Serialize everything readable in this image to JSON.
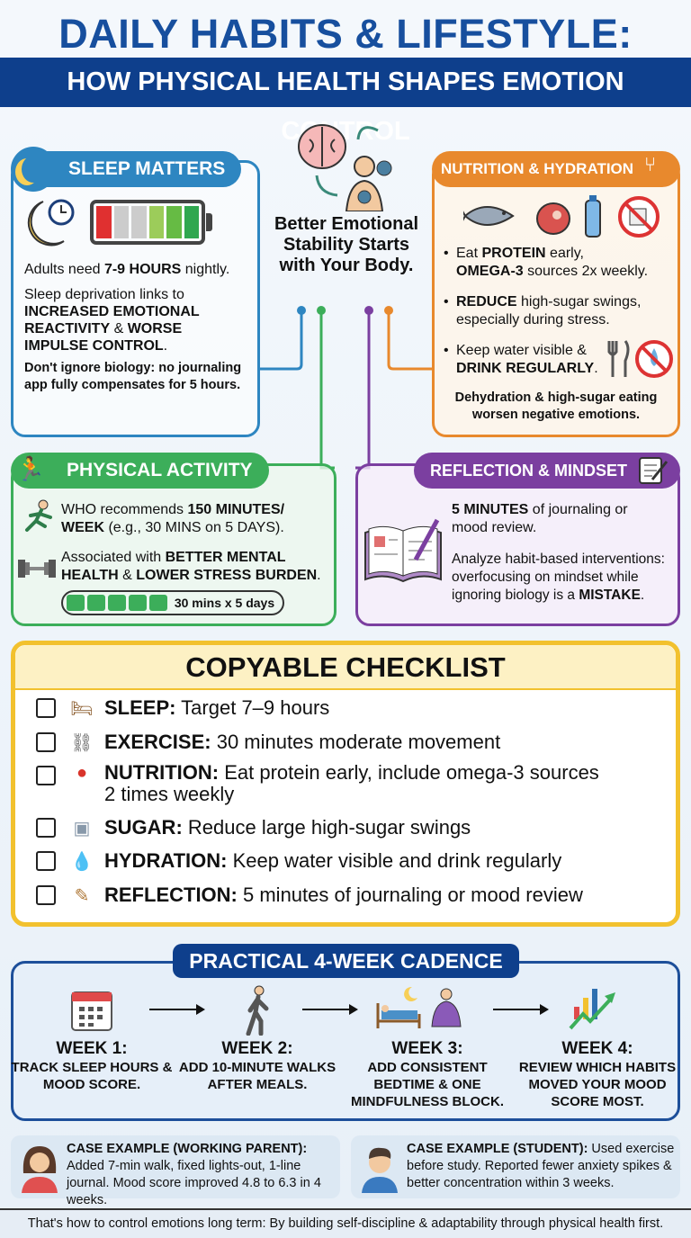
{
  "title": "DAILY HABITS & LIFESTYLE:",
  "subtitle": "HOW PHYSICAL HEALTH SHAPES EMOTION CONTROL",
  "center": {
    "text": "Better Emotional Stability Starts with Your Body."
  },
  "sleep": {
    "header": "SLEEP MATTERS",
    "p1a": "Adults need ",
    "p1b": "7-9 HOURS",
    "p1c": " nightly.",
    "p2a": "Sleep deprivation links to",
    "p2b": "INCREASED EMOTIONAL REACTIVITY",
    "p2c": " & ",
    "p2d": "WORSE IMPULSE CONTROL",
    "p2e": ".",
    "p3": "Don't ignore biology: no journaling app fully compensates for 5 hours.",
    "colors": {
      "accent": "#2e86c1"
    }
  },
  "nutrition": {
    "header": "NUTRITION & HYDRATION",
    "b1a": "Eat ",
    "b1b": "PROTEIN",
    "b1c": " early,",
    "b1d": "OMEGA-3",
    "b1e": " sources 2x weekly.",
    "b2a": "REDUCE",
    "b2b": " high-sugar swings, especially during stress.",
    "b3a": "Keep water visible & ",
    "b3b": "DRINK REGULARLY",
    "b3c": ".",
    "note": "Dehydration & high-sugar eating worsen negative emotions.",
    "colors": {
      "accent": "#e8892d"
    }
  },
  "activity": {
    "header": "PHYSICAL ACTIVITY",
    "p1a": "WHO recommends ",
    "p1b": "150 MINUTES/ WEEK",
    "p1c": " (e.g., 30 MINS on 5 DAYS).",
    "p2a": "Associated with ",
    "p2b": "BETTER MENTAL HEALTH",
    "p2c": " & ",
    "p2d": "LOWER STRESS BURDEN",
    "p2e": ".",
    "bar_label": "30 mins x 5 days",
    "bar_segments_filled": 5,
    "colors": {
      "accent": "#3cae5a"
    }
  },
  "reflection": {
    "header": "REFLECTION & MINDSET",
    "p1a": "5 MINUTES",
    "p1b": " of journaling or mood review.",
    "p2a": "Analyze habit-based interventions: overfocusing on mindset while ignoring biology is a ",
    "p2b": "MISTAKE",
    "p2c": ".",
    "colors": {
      "accent": "#7b3fa0"
    }
  },
  "checklist": {
    "title": "COPYABLE CHECKLIST",
    "items": [
      {
        "label": "SLEEP:",
        "text": " Target 7–9 hours",
        "icon": "bed-icon"
      },
      {
        "label": "EXERCISE:",
        "text": " 30 minutes moderate movement",
        "icon": "dumbbell-icon"
      },
      {
        "label": "NUTRITION:",
        "text": " Eat protein early, include omega-3 sources 2 times weekly",
        "icon": "apple-icon"
      },
      {
        "label": "SUGAR:",
        "text": " Reduce large high-sugar swings",
        "icon": "sugar-cubes-icon"
      },
      {
        "label": "HYDRATION:",
        "text": " Keep water visible and drink regularly",
        "icon": "water-drop-icon"
      },
      {
        "label": "REFLECTION:",
        "text": " 5 minutes of journaling or mood review",
        "icon": "notepad-icon"
      }
    ]
  },
  "cadence": {
    "title": "PRACTICAL 4-WEEK CADENCE",
    "weeks": [
      {
        "h": "WEEK 1:",
        "d": "TRACK SLEEP HOURS & MOOD SCORE."
      },
      {
        "h": "WEEK 2:",
        "d": "ADD 10-MINUTE WALKS AFTER MEALS."
      },
      {
        "h": "WEEK 3:",
        "d": "ADD CONSISTENT BEDTIME & ONE MINDFULNESS BLOCK."
      },
      {
        "h": "WEEK 4:",
        "d": "REVIEW WHICH HABITS MOVED YOUR MOOD SCORE MOST."
      }
    ]
  },
  "cases": [
    {
      "label": "CASE EXAMPLE (WORKING PARENT):",
      "text": " Added 7-min walk, fixed lights-out, 1-line journal. Mood score improved 4.8 to 6.3 in 4 weeks."
    },
    {
      "label": "CASE EXAMPLE (STUDENT):",
      "text": " Used exercise before study. Reported fewer anxiety spikes & better concentration within 3 weeks."
    }
  ],
  "footer": "That's how to control emotions long term: By building self-discipline & adaptability through physical health first."
}
